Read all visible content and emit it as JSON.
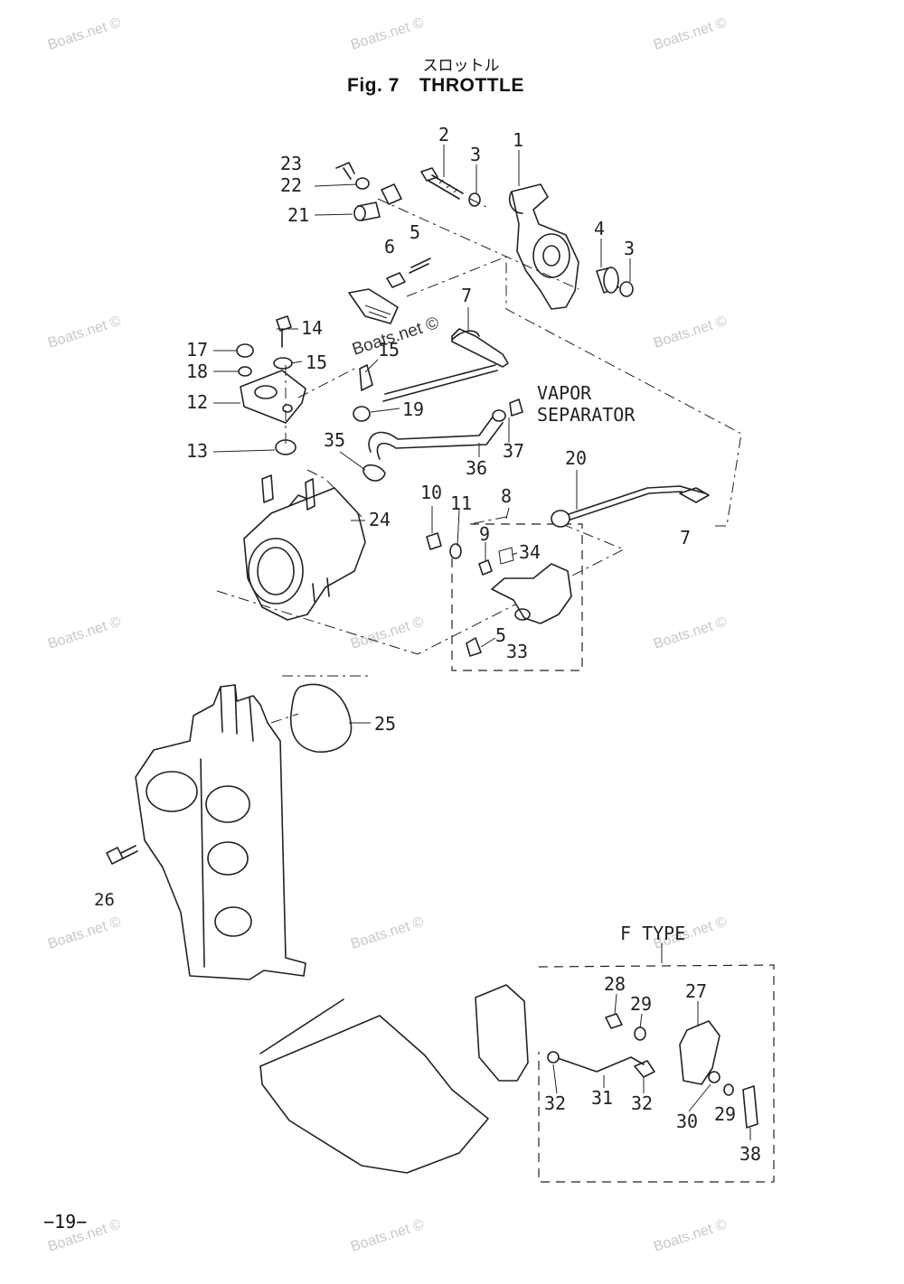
{
  "header": {
    "title_jp": "スロットル",
    "fig_label": "Fig. 7",
    "title": "THROTTLE"
  },
  "watermark": "Boats.net ©",
  "page_number": "−19−",
  "callouts": {
    "c1": "1",
    "c2": "2",
    "c3a": "3",
    "c3b": "3",
    "c4": "4",
    "c5a": "5",
    "c5b": "5",
    "c6": "6",
    "c7a": "7",
    "c7b": "7",
    "c8": "8",
    "c9": "9",
    "c10": "10",
    "c11": "11",
    "c12": "12",
    "c13": "13",
    "c14": "14",
    "c15a": "15",
    "c15b": "15",
    "c17": "17",
    "c18": "18",
    "c19": "19",
    "c20": "20",
    "c21": "21",
    "c22": "22",
    "c23": "23",
    "c24": "24",
    "c25": "25",
    "c26": "26",
    "c27": "27",
    "c28": "28",
    "c29a": "29",
    "c29b": "29",
    "c30": "30",
    "c31": "31",
    "c32a": "32",
    "c32b": "32",
    "c33": "33",
    "c34": "34",
    "c35": "35",
    "c36": "36",
    "c37": "37",
    "c38": "38"
  },
  "notes": {
    "vapor_line1": "VAPOR",
    "vapor_line2": "SEPARATOR",
    "f_type": "F TYPE"
  }
}
